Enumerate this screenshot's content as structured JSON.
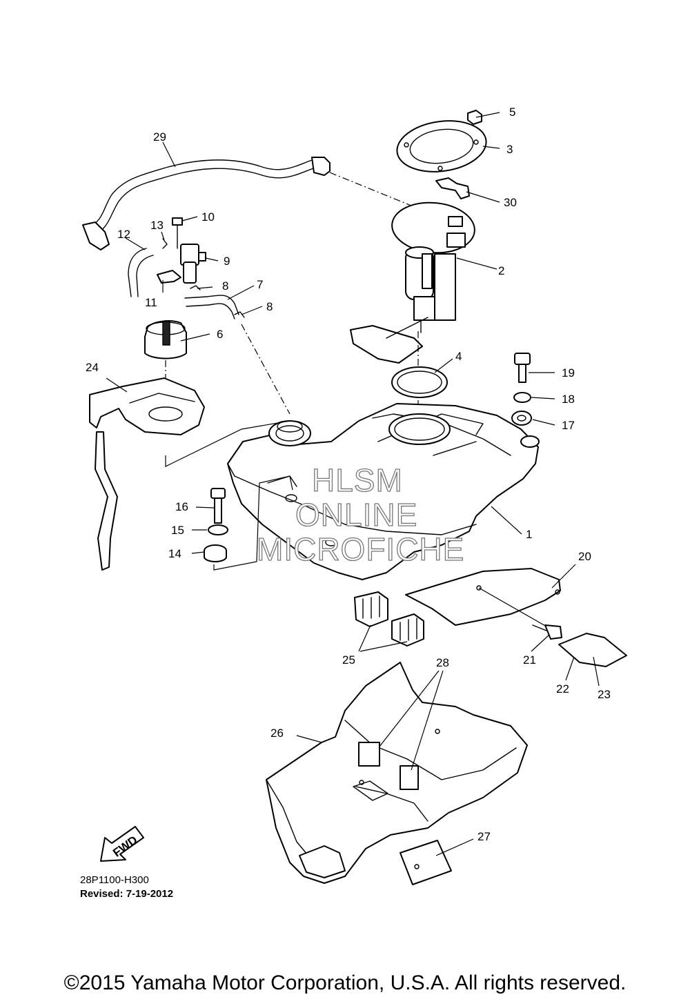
{
  "diagram": {
    "callouts": {
      "c1": "1",
      "c2": "2",
      "c3": "3",
      "c4": "4",
      "c5": "5",
      "c6": "6",
      "c7": "7",
      "c8a": "8",
      "c8b": "8",
      "c9": "9",
      "c10": "10",
      "c11": "11",
      "c12": "12",
      "c13": "13",
      "c14": "14",
      "c15": "15",
      "c16": "16",
      "c17": "17",
      "c18": "18",
      "c19": "19",
      "c20": "20",
      "c21": "21",
      "c22": "22",
      "c23": "23",
      "c24": "24",
      "c25": "25",
      "c26": "26",
      "c27": "27",
      "c28": "28",
      "c29": "29",
      "c30": "30"
    },
    "fwd_label": "FWD",
    "watermark": [
      "HLSM",
      "ONLINE",
      "MICROFICHE"
    ],
    "diagram_code": "28P1100-H300",
    "revised": "Revised: 7-19-2012"
  },
  "footer": {
    "copyright": "©2015 Yamaha Motor Corporation, U.S.A. All rights reserved."
  },
  "colors": {
    "line": "#000000",
    "watermark_outline": "#777777",
    "background": "#ffffff"
  },
  "icons": {
    "fwd_arrow": "fwd-arrow-icon"
  }
}
